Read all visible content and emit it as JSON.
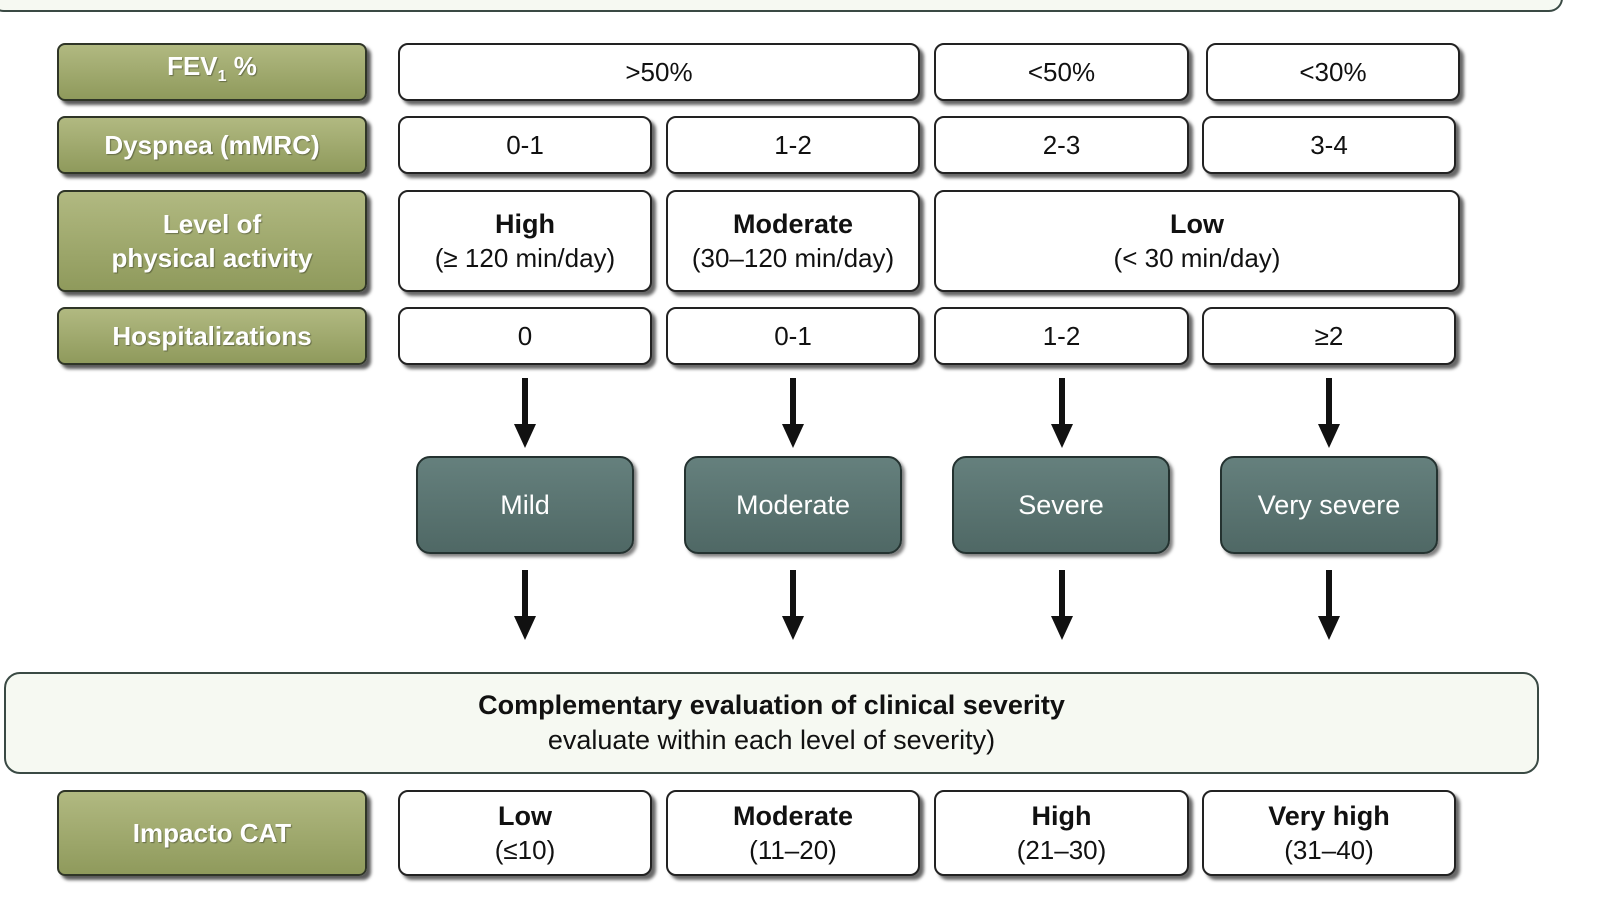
{
  "rows": {
    "fev1": {
      "label": "FEV",
      "label_sub": "1",
      "label_suffix": " %",
      "values": [
        ">50%",
        "<50%",
        "<30%"
      ]
    },
    "dyspnea": {
      "label": "Dyspnea (mMRC)",
      "values": [
        "0-1",
        "1-2",
        "2-3",
        "3-4"
      ]
    },
    "activity": {
      "label_line1": "Level of",
      "label_line2": "physical activity",
      "values": [
        {
          "title": "High",
          "detail": "(≥ 120 min/day)"
        },
        {
          "title": "Moderate",
          "detail": "(30–120 min/day)"
        },
        {
          "title": "Low",
          "detail": "(< 30 min/day)"
        }
      ]
    },
    "hospitalizations": {
      "label": "Hospitalizations",
      "values": [
        "0",
        "0-1",
        "1-2",
        "≥2"
      ]
    }
  },
  "severity_levels": [
    "Mild",
    "Moderate",
    "Severe",
    "Very severe"
  ],
  "complementary": {
    "title": "Complementary evaluation of clinical severity",
    "subtitle": "evaluate within each level of severity)"
  },
  "cat": {
    "label": "Impacto CAT",
    "values": [
      {
        "title": "Low",
        "detail": "(≤10)"
      },
      {
        "title": "Moderate",
        "detail": "(11–20)"
      },
      {
        "title": "High",
        "detail": "(21–30)"
      },
      {
        "title": "Very high",
        "detail": "(31–40)"
      }
    ]
  },
  "colors": {
    "label_fill": "#9ba468",
    "severity_fill": "#5a7472",
    "panel_fill": "#f6f9f2",
    "arrow": "#111111"
  }
}
